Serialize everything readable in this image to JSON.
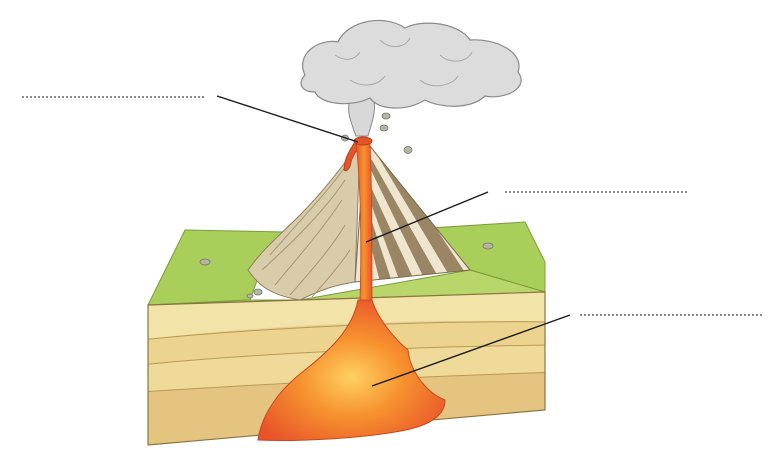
{
  "diagram": {
    "type": "volcano-cross-section",
    "labels": [
      {
        "id": "crater",
        "text": ""
      },
      {
        "id": "vent",
        "text": ""
      },
      {
        "id": "magma-chamber",
        "text": ""
      }
    ],
    "colors": {
      "cloud": "#dcdcdc",
      "lava": "#f06a2a",
      "magma": "#f58a30",
      "grass": "#a9cf5a",
      "strata_light": "#f1e2a6",
      "strata_mid": "#e9cc86",
      "strata_dark": "#d9b774",
      "cone_stripe_dark": "#9a8664",
      "cone_stripe_light": "#efe6d0",
      "leader_line": "#1a1a1a"
    }
  }
}
